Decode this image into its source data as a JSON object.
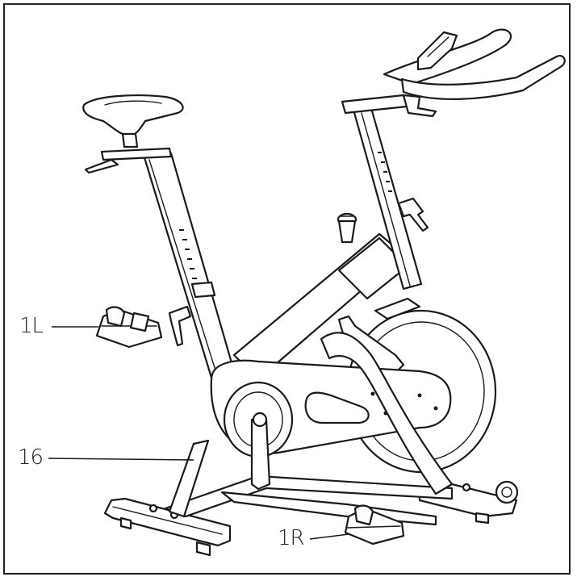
{
  "callouts": {
    "pedal_left": "1L",
    "frame_part": "16",
    "pedal_right": "1R"
  }
}
